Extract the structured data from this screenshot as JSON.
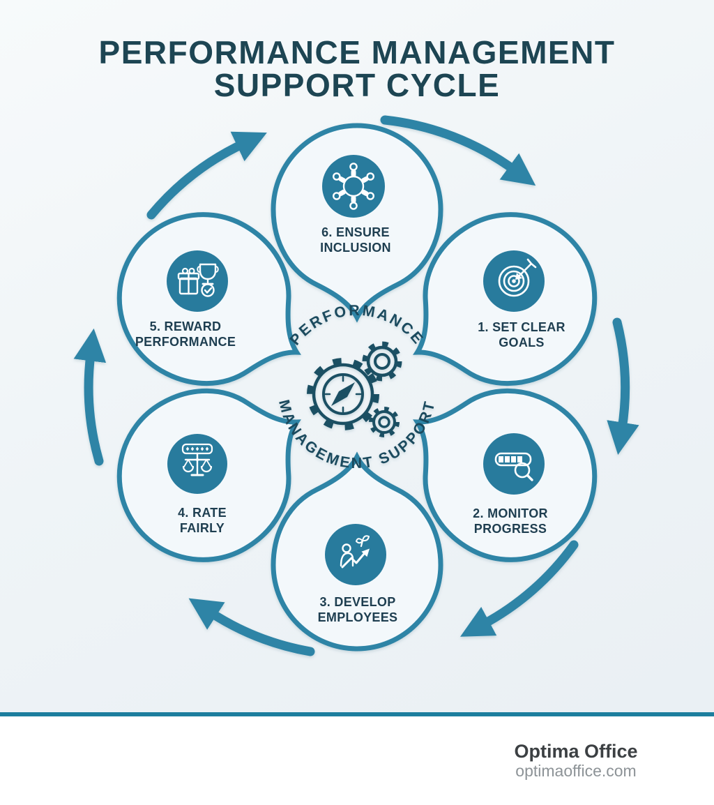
{
  "title": {
    "line1": "PERFORMANCE MANAGEMENT",
    "line2": "SUPPORT CYCLE"
  },
  "center": {
    "arc_top": "PERFORMANCE",
    "arc_bottom": "MANAGEMENT SUPPORT",
    "icon": "gears-compass-icon"
  },
  "nodes": [
    {
      "id": 1,
      "label_line1": "1. SET CLEAR",
      "label_line2": "GOALS",
      "icon": "target-arrow-icon"
    },
    {
      "id": 2,
      "label_line1": "2. MONITOR",
      "label_line2": "PROGRESS",
      "icon": "progress-magnifier-icon"
    },
    {
      "id": 3,
      "label_line1": "3. DEVELOP",
      "label_line2": "EMPLOYEES",
      "icon": "growth-person-icon"
    },
    {
      "id": 4,
      "label_line1": "4. RATE",
      "label_line2": "FAIRLY",
      "icon": "balance-scale-icon"
    },
    {
      "id": 5,
      "label_line1": "5. REWARD",
      "label_line2": "PERFORMANCE",
      "icon": "gift-trophy-check-icon"
    },
    {
      "id": 6,
      "label_line1": "6. ENSURE",
      "label_line2": "INCLUSION",
      "icon": "people-circle-icon"
    }
  ],
  "footer": {
    "brand": "Optima Office",
    "website": "optimaoffice.com"
  },
  "colors": {
    "teal_outline": "#2e84a6",
    "node_circle_fill": "#287b9d",
    "label_text": "#1e3e50",
    "title_text": "#1d4553",
    "center_text": "#1b4a5e",
    "divider": "#1c7e9e",
    "brand_text": "#3c4043",
    "website_text": "#8d9397",
    "background": "#eff4f7"
  }
}
